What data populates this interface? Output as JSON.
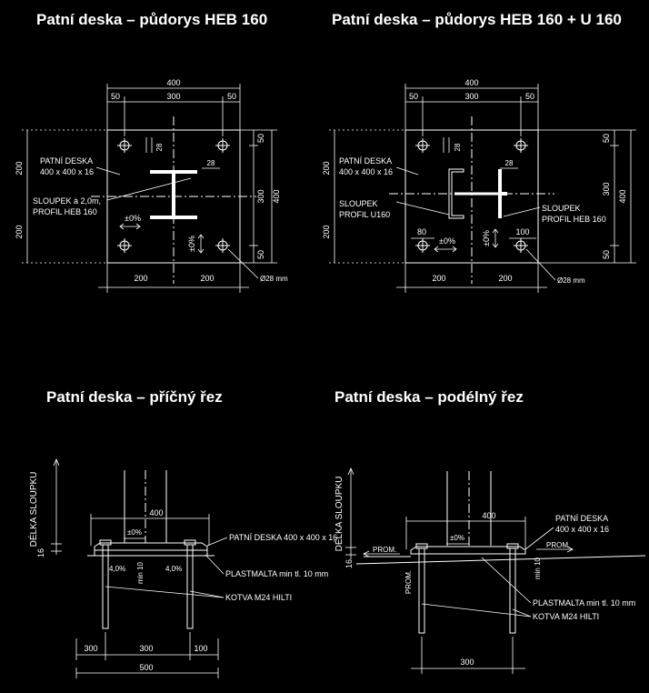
{
  "titles": {
    "plan1": "Patní deska – půdorys  HEB 160",
    "plan2": "Patní deska – půdorys  HEB 160 + U 160",
    "cross": "Patní deska – příčný řez",
    "long": "Patní deska – podélný řez"
  },
  "plan1": {
    "dim_top_total": "400",
    "dim_top_left": "50",
    "dim_top_mid": "300",
    "dim_top_right": "50",
    "dim_bottom_left": "200",
    "dim_bottom_right": "200",
    "dim_left_top": "200",
    "dim_left_bottom": "200",
    "dim_right_top": "50",
    "dim_right_mid": "300",
    "dim_right_bottom": "50",
    "dim_right_total": "400",
    "dim_28_a": "28",
    "dim_28_b": "28",
    "plate_label_1": "PATNÍ DESKA",
    "plate_label_2": "400 x 400 x 16",
    "column_label_1": "SLOUPEK à 2,0m,",
    "column_label_2": "PROFIL HEB 160",
    "level_h": "±0%",
    "level_v": "±0%",
    "hole_label": "Ø28 mm"
  },
  "plan2": {
    "dim_top_total": "400",
    "dim_top_left": "50",
    "dim_top_mid": "300",
    "dim_top_right": "50",
    "dim_bottom_left": "200",
    "dim_bottom_right": "200",
    "dim_left_top": "200",
    "dim_left_bottom": "200",
    "dim_right_top": "50",
    "dim_right_mid": "300",
    "dim_right_bottom": "50",
    "dim_right_total": "400",
    "dim_28_a": "28",
    "dim_28_b": "28",
    "plate_label_1": "PATNÍ DESKA",
    "plate_label_2": "400 x 400 x 16",
    "u_label_1": "SLOUPEK",
    "u_label_2": "PROFIL  U160",
    "heb_label_1": "SLOUPEK",
    "heb_label_2": "PROFIL HEB 160",
    "dim_80": "80",
    "dim_100": "100",
    "level_h": "±0%",
    "level_v": "±0%",
    "hole_label": "Ø28 mm"
  },
  "cross": {
    "height_label": "DÉLKA SLOUPKU",
    "dim_16": "16",
    "dim_400": "400",
    "level": "±0%",
    "slope_left": "4,0%",
    "slope_right": "4,0%",
    "min10": "min 10",
    "plate_label": "PATNÍ DESKA 400 x 400 x 16",
    "grout_label": "PLASTMALTA min tl. 10 mm",
    "anchor_label": "KOTVA M24 HILTI",
    "dim_b1": "300",
    "dim_b2": "300",
    "dim_b3": "100",
    "dim_total": "500"
  },
  "long": {
    "height_label": "DÉLKA SLOUPKU",
    "dim_16": "16",
    "dim_400": "400",
    "level": "±0%",
    "prom_left": "PROM.",
    "prom_right": "PROM.",
    "prom_vert": "PROM.",
    "min10": "min 10",
    "plate_label_1": "PATNÍ DESKA",
    "plate_label_2": "400 x 400 x 16",
    "grout_label": "PLASTMALTA min tl. 10 mm",
    "anchor_label": "KOTVA M24 HILTI",
    "dim_b": "300"
  }
}
